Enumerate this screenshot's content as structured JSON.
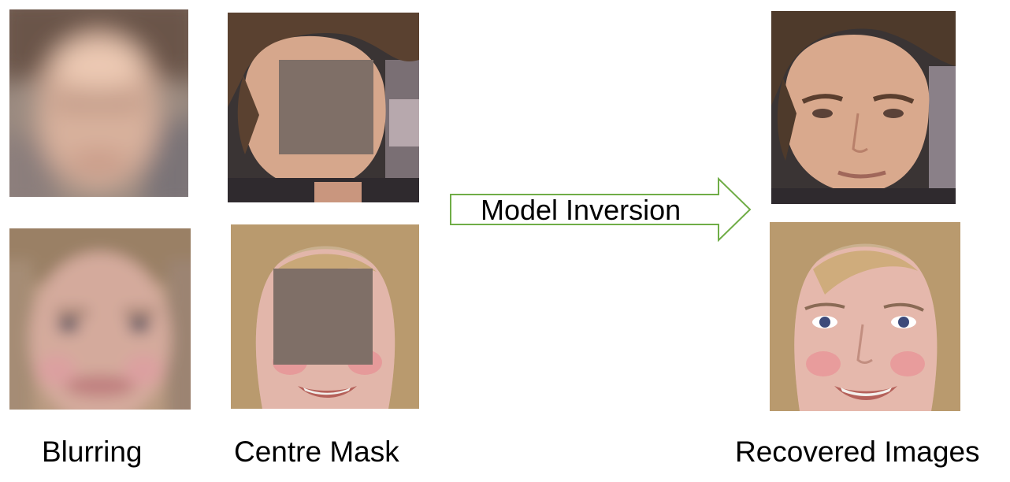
{
  "captions": {
    "blurring": "Blurring",
    "centre_mask": "Centre Mask",
    "recovered": "Recovered Images"
  },
  "arrow": {
    "label": "Model Inversion",
    "stroke_color": "#70ad47"
  },
  "colors": {
    "mask_patch": "#7f6f67",
    "background": "#ffffff"
  }
}
